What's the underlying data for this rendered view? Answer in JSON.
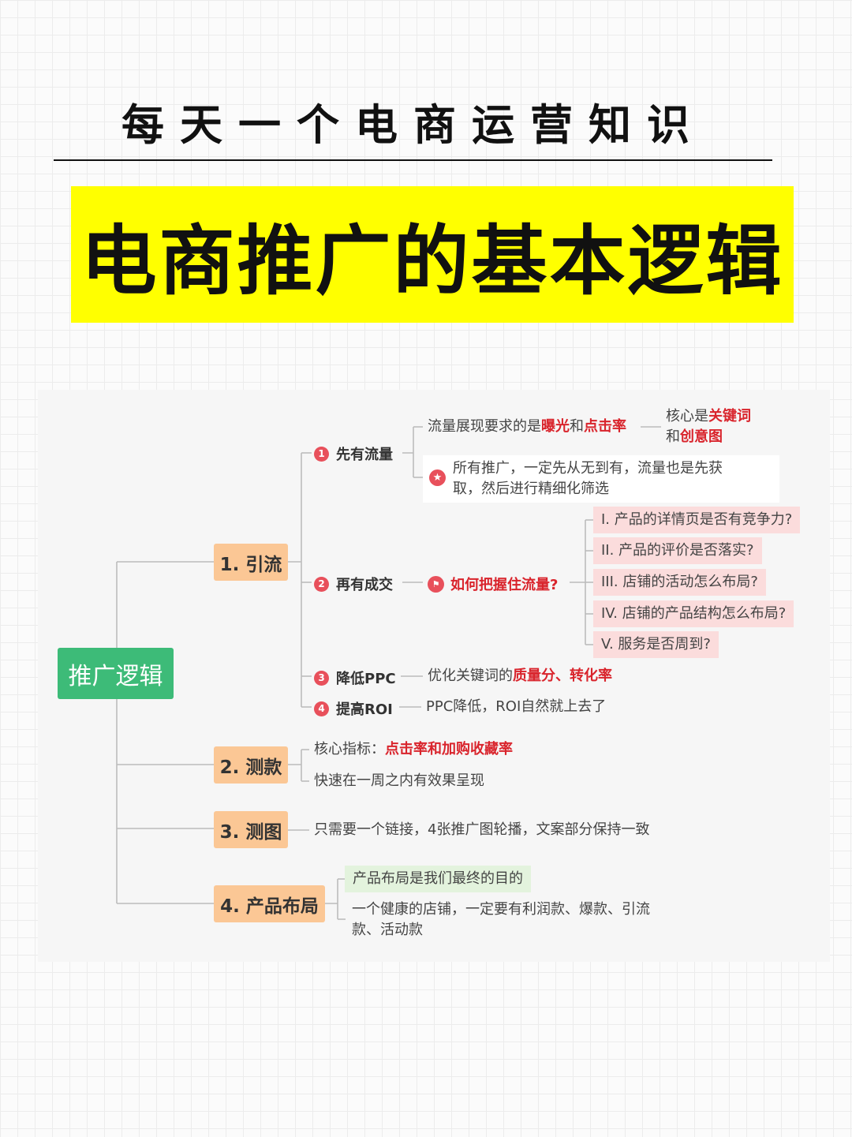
{
  "header": {
    "kicker": "每天一个电商运营知识",
    "title": "电商推广的基本逻辑"
  },
  "mindmap": {
    "root": "推广逻辑",
    "branches": [
      {
        "label": "1. 引流",
        "children": [
          {
            "num": "1",
            "label": "先有流量",
            "detail": {
              "pre": "流量展现要求的是",
              "h1": "曝光",
              "mid": "和",
              "h2": "点击率"
            },
            "detail_sub": {
              "pre": "核心是",
              "h1": "关键词",
              "mid": "和",
              "h2": "创意图"
            },
            "note_line1": "所有推广，一定先从无到有，流量也是先获",
            "note_line2": "取，然后进行精细化筛选"
          },
          {
            "num": "2",
            "label": "再有成交",
            "question": "如何把握住流量?",
            "items": [
              "I. 产品的详情页是否有竞争力?",
              "II. 产品的评价是否落实?",
              "III. 店铺的活动怎么布局?",
              "IV. 店铺的产品结构怎么布局?",
              "V. 服务是否周到?"
            ]
          },
          {
            "num": "3",
            "label": "降低PPC",
            "detail": {
              "pre": "优化关键词的",
              "h1": "质量分、转化率"
            }
          },
          {
            "num": "4",
            "label": "提高ROI",
            "detail": {
              "pre": "PPC降低，ROI自然就上去了"
            }
          }
        ]
      },
      {
        "label": "2. 测款",
        "items": [
          {
            "pre": "核心指标：",
            "hl": "点击率和加购收藏率"
          },
          {
            "pre": "快速在一周之内有效果呈现"
          }
        ]
      },
      {
        "label": "3. 测图",
        "items": [
          {
            "pre": "只需要一个链接，4张推广图轮播，文案部分保持一致"
          }
        ]
      },
      {
        "label": "4. 产品布局",
        "items": [
          {
            "pre": "产品布局是我们最终的目的"
          },
          {
            "line1": "一个健康的店铺，一定要有利润款、爆款、引流",
            "line2": "款、活动款"
          }
        ]
      }
    ]
  },
  "colors": {
    "banner": "#ffff00",
    "root": "#3dbb78",
    "branch": "#fbc795",
    "highlight": "#d9242c",
    "pink_item": "#fbdcdc",
    "green_item": "#e3f3dd",
    "number_badge": "#e8505b"
  },
  "icons": [
    "star-icon",
    "flag-icon"
  ]
}
